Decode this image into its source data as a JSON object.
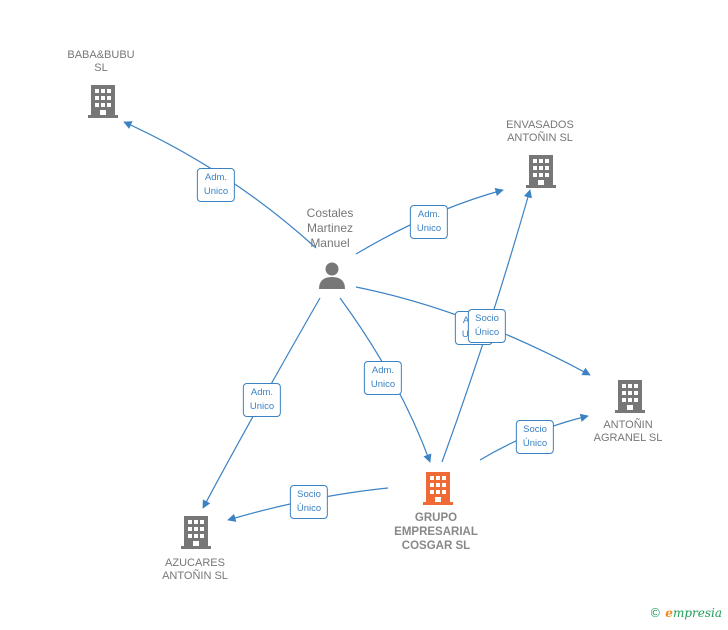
{
  "nodes": {
    "baba": {
      "line1": "BABA&BUBU",
      "line2": "SL"
    },
    "envasados": {
      "line1": "ENVASADOS",
      "line2": "ANTOÑIN  SL"
    },
    "person": {
      "line1": "Costales",
      "line2": "Martinez",
      "line3": "Manuel"
    },
    "agranel": {
      "line1": "ANTOÑIN",
      "line2": "AGRANEL  SL"
    },
    "grupo": {
      "line1": "GRUPO",
      "line2": "EMPRESARIAL",
      "line3": "COSGAR  SL"
    },
    "azucares": {
      "line1": "AZUCARES",
      "line2": "ANTOÑIN SL"
    }
  },
  "edges": {
    "adm_baba": {
      "line1": "Adm.",
      "line2": "Unico"
    },
    "adm_envasados": {
      "line1": "Adm.",
      "line2": "Unico"
    },
    "adm_agranel": {
      "line1": "Adm.",
      "line2": "Unico"
    },
    "socio_envasados": {
      "line1": "Socio",
      "line2": "Único"
    },
    "adm_grupo": {
      "line1": "Adm.",
      "line2": "Unico"
    },
    "adm_azucares": {
      "line1": "Adm.",
      "line2": "Unico"
    },
    "socio_agranel": {
      "line1": "Socio",
      "line2": "Único"
    },
    "socio_azucares": {
      "line1": "Socio",
      "line2": "Único"
    }
  },
  "colors": {
    "edge": "#3b82c4",
    "building": "#777777",
    "building_main": "#f06a35",
    "person": "#777777"
  },
  "icons": {
    "company": "building-icon",
    "person": "person-icon",
    "copyright": "copyright-icon"
  },
  "brand": {
    "copyright": "©",
    "initial": "e",
    "rest": "mpresia"
  }
}
